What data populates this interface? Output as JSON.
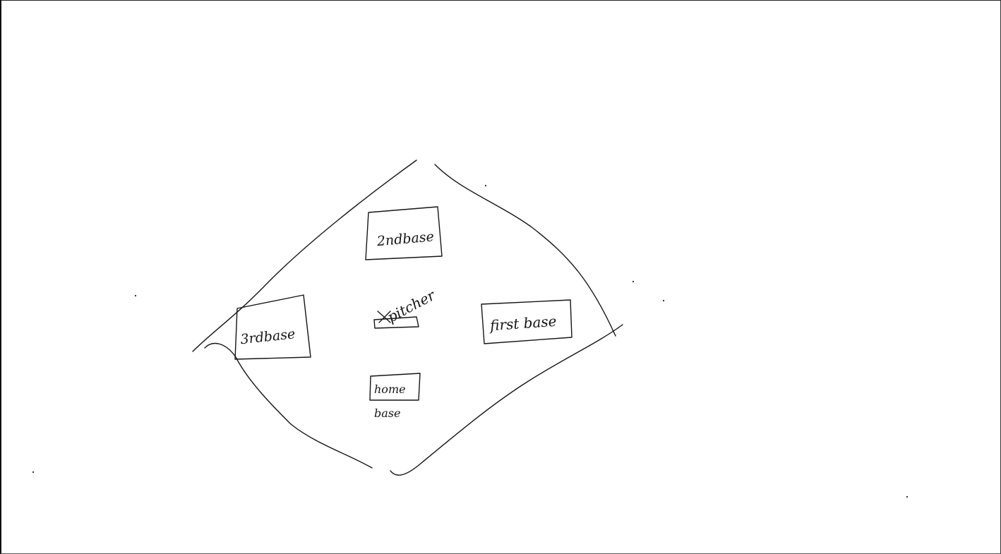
{
  "diagram": {
    "labels": {
      "second_base": "2ndbase",
      "third_base": "3rdbase",
      "first_base": "first base",
      "pitcher": "pitcher",
      "home_base_line1": "home",
      "home_base_line2": "base"
    }
  }
}
